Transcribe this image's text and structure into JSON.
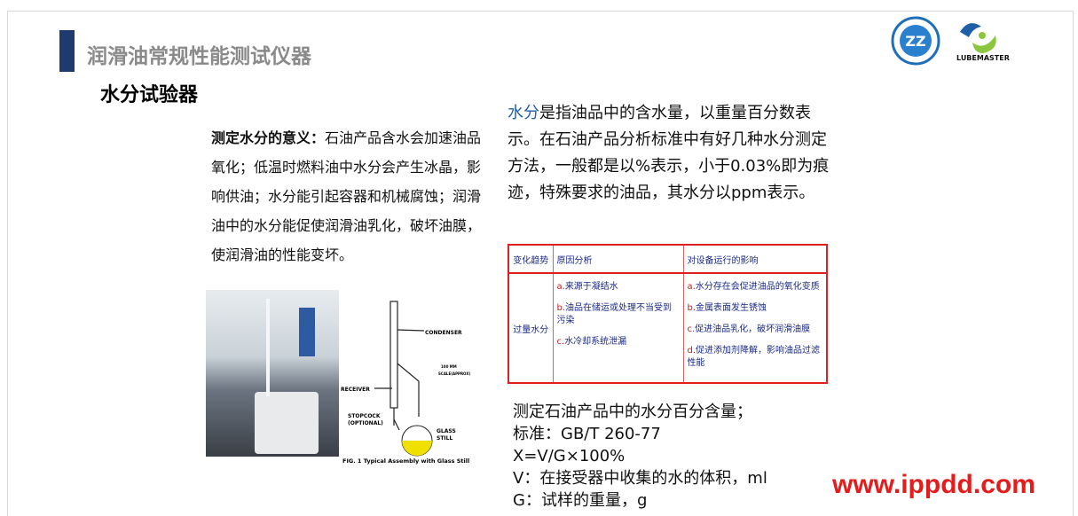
{
  "header": {
    "title": "润滑油常规性能测试仪器",
    "subtitle": "水分试验器",
    "logo_text": "LUBEMASTER"
  },
  "left": {
    "label": "测定水分的意义：",
    "text": "石油产品含水会加速油品氧化；低温时燃料油中水分会产生冰晶，影响供油；水分能引起容器和机械腐蚀；润滑油中的水分能促使润滑油乳化，破坏油膜，使润滑油的性能变坏。"
  },
  "right": {
    "keyword": "水分",
    "text": "是指油品中的含水量，以重量百分数表示。在石油产品分析标准中有好几种水分测定方法，一般都是以%表示，小于0.03%即为痕迹，特殊要求的油品，其水分以ppm表示。"
  },
  "table": {
    "headers": [
      "变化趋势",
      "原因分析",
      "对设备运行的影响"
    ],
    "trend": "过量水分",
    "causes": [
      {
        "k": "a.",
        "t": "来源于凝结水"
      },
      {
        "k": "b.",
        "t": "油品在储运或处理不当受到污染"
      },
      {
        "k": "c.",
        "t": "水冷却系统泄漏"
      }
    ],
    "effects": [
      {
        "k": "a.",
        "t": "水分存在会促进油品的氧化变质"
      },
      {
        "k": "b.",
        "t": "金属表面发生锈蚀"
      },
      {
        "k": "c.",
        "t": "促进油品乳化，破坏润滑油膜"
      },
      {
        "k": "d.",
        "t": "促进添加剂降解，影响油品过滤性能"
      }
    ]
  },
  "bottom": [
    "测定石油产品中的水分百分含量；",
    "标准：GB/T 260-77",
    "X=V/G×100%",
    "V：在接受器中收集的水的体积，ml",
    "G：试样的重量，g"
  ],
  "diagram": {
    "labels": [
      "CONDENSER",
      "RECEIVER",
      "STOPCOCK",
      "(OPTIONAL)",
      "GLASS",
      "STILL",
      "100 MM",
      "SCALE(APPROX)"
    ],
    "caption": "FIG. 1 Typical Assembly with Glass Still"
  },
  "watermark": "www.ippdd.com",
  "colors": {
    "accent": "#1f3a6e",
    "table_border": "#e02020",
    "watermark": "#e51c1c"
  }
}
